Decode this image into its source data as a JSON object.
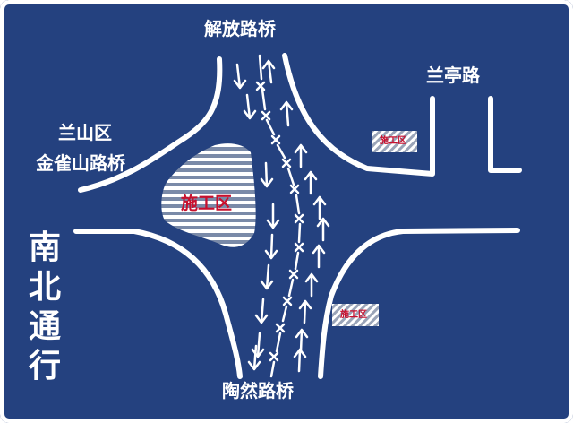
{
  "sign": {
    "background_color": "#24417f",
    "road_color": "#ffffff",
    "construction_text_color": "#c8102e"
  },
  "labels": {
    "north_bridge": "解放路桥",
    "south_bridge": "陶然路桥",
    "east_road": "兰亭路",
    "west_district": "兰山区",
    "west_bridge": "金雀山路桥"
  },
  "direction_text": [
    "南",
    "北",
    "通",
    "行"
  ],
  "construction_zones": [
    {
      "id": "main",
      "label": "施工区"
    },
    {
      "id": "east-upper",
      "label": "施工区"
    },
    {
      "id": "east-lower",
      "label": "施工区"
    }
  ],
  "lane_markings": {
    "arrows": [
      "down-arrow",
      "up-arrow"
    ],
    "lane_divider": "x-dash-line"
  }
}
